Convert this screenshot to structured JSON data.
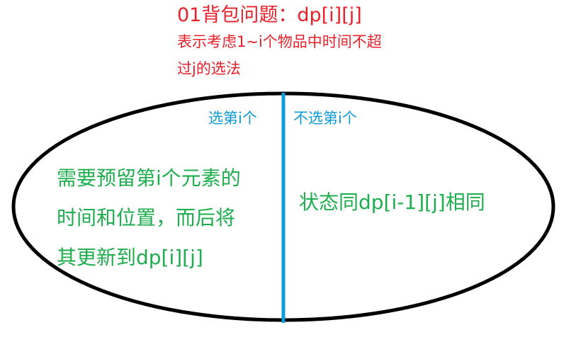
{
  "heading": {
    "title": "01背包问题：dp[i][j]",
    "description_lines": [
      "表示考虑1~i个物品中时间不超",
      "过j的选法"
    ]
  },
  "branches": {
    "select": {
      "label": "选第i个",
      "explanation_lines": [
        "需要预留第i个元素的",
        "时间和位置，而后将",
        "其更新到dp[i][j]"
      ]
    },
    "not_select": {
      "label": "不选第i个",
      "explanation": "状态同dp[i-1][j]相同"
    }
  },
  "colors": {
    "heading": "#e8202a",
    "branch_label": "#0f9bd7",
    "explanation": "#1fae4e",
    "divider": "#0f9bd7",
    "ellipse": "#000000"
  }
}
